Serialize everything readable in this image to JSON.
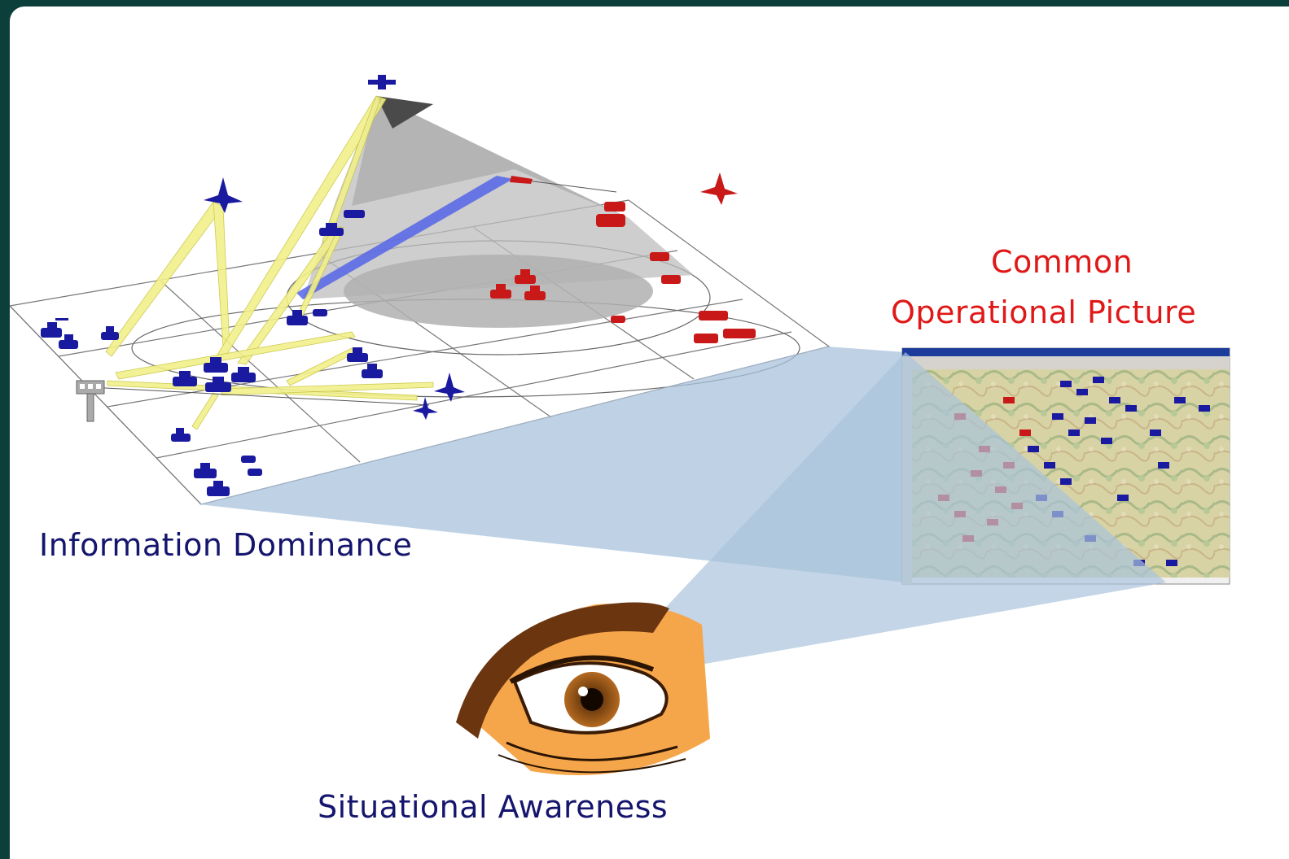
{
  "labels": {
    "common_operational_picture_line1": "Common",
    "common_operational_picture_line2": "Operational Picture",
    "information_dominance": "Information Dominance",
    "situational_awareness": "Situational Awareness"
  },
  "colors": {
    "frame_background": "#0d3f3a",
    "friendly_units": "#1a1aa0",
    "hostile_units": "#c81818",
    "label_red": "#e01818",
    "label_navy": "#15156e",
    "sensor_beam": "#f2f08a",
    "view_cone": "#a9c3dc"
  },
  "icons": [
    "satellite-icon",
    "aircraft-icon",
    "tank-icon",
    "ground-station-icon",
    "eye-icon",
    "map-screenshot"
  ]
}
